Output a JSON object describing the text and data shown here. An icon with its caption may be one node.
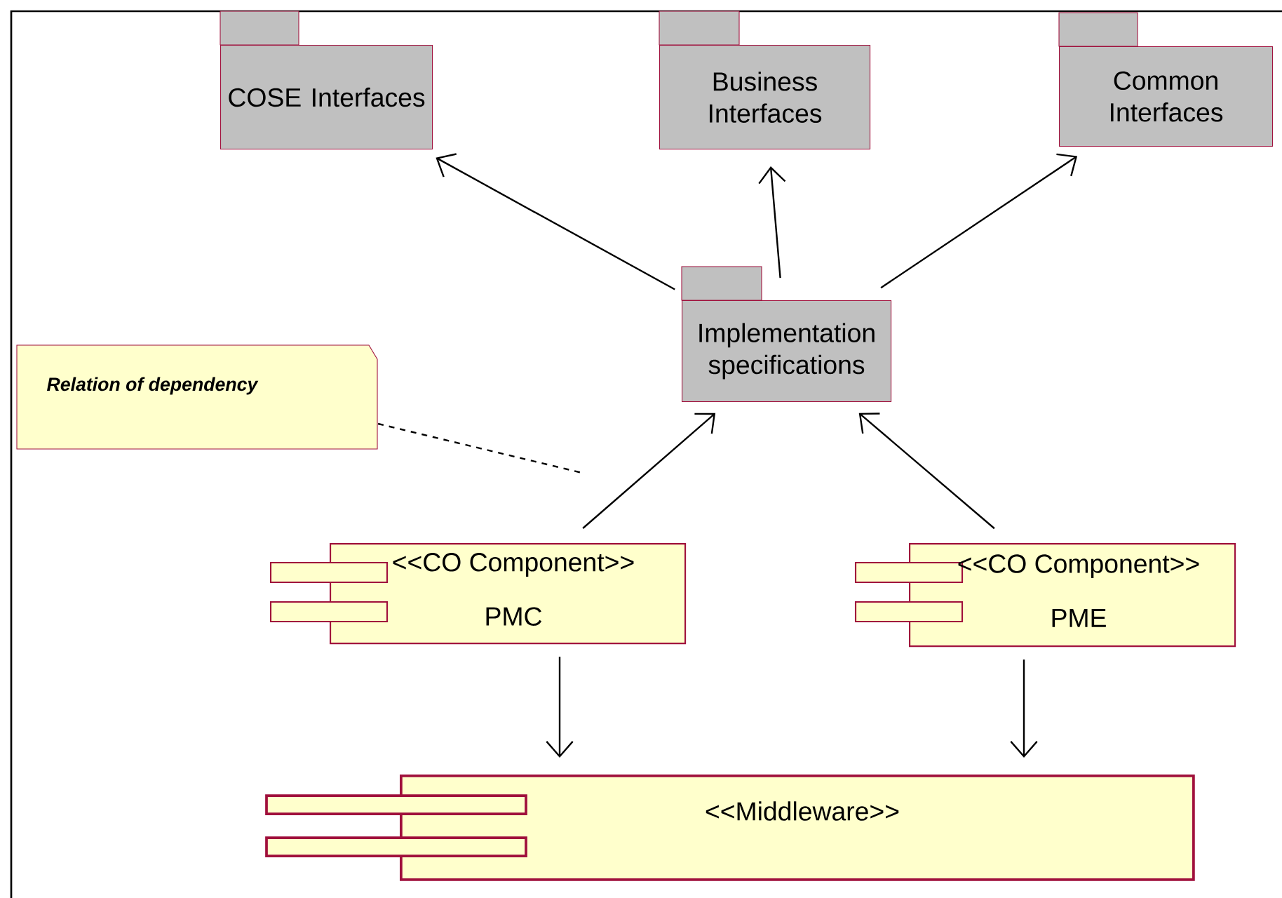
{
  "diagram": {
    "nodes": [
      {
        "text": [
          "COSE Interfaces"
        ]
      },
      {
        "text": [
          "Business Interfaces"
        ]
      },
      {
        "text": [
          "Common Interfaces"
        ]
      },
      {
        "text": [
          "Implementation specifications"
        ]
      },
      {
        "text": [
          "Relation of dependency"
        ]
      },
      {
        "text": [
          "<<CO Component>>",
          "PMC"
        ]
      },
      {
        "text": [
          "<<CO Component>>",
          "PME"
        ]
      },
      {
        "text": [
          "<<Middleware>>"
        ]
      }
    ],
    "edges": [
      {
        "from": 3,
        "to": 0,
        "arrow": "to"
      },
      {
        "from": 3,
        "to": 1,
        "arrow": "to"
      },
      {
        "from": 3,
        "to": 2,
        "arrow": "to"
      },
      {
        "from": 5,
        "to": 3,
        "arrow": "to"
      },
      {
        "from": 6,
        "to": 3,
        "arrow": "to"
      },
      {
        "from": 5,
        "to": 7,
        "arrow": "to"
      },
      {
        "from": 6,
        "to": 7,
        "arrow": "to"
      },
      {
        "from": 4,
        "to": null,
        "arrow": "none",
        "style": "dashed"
      }
    ]
  }
}
